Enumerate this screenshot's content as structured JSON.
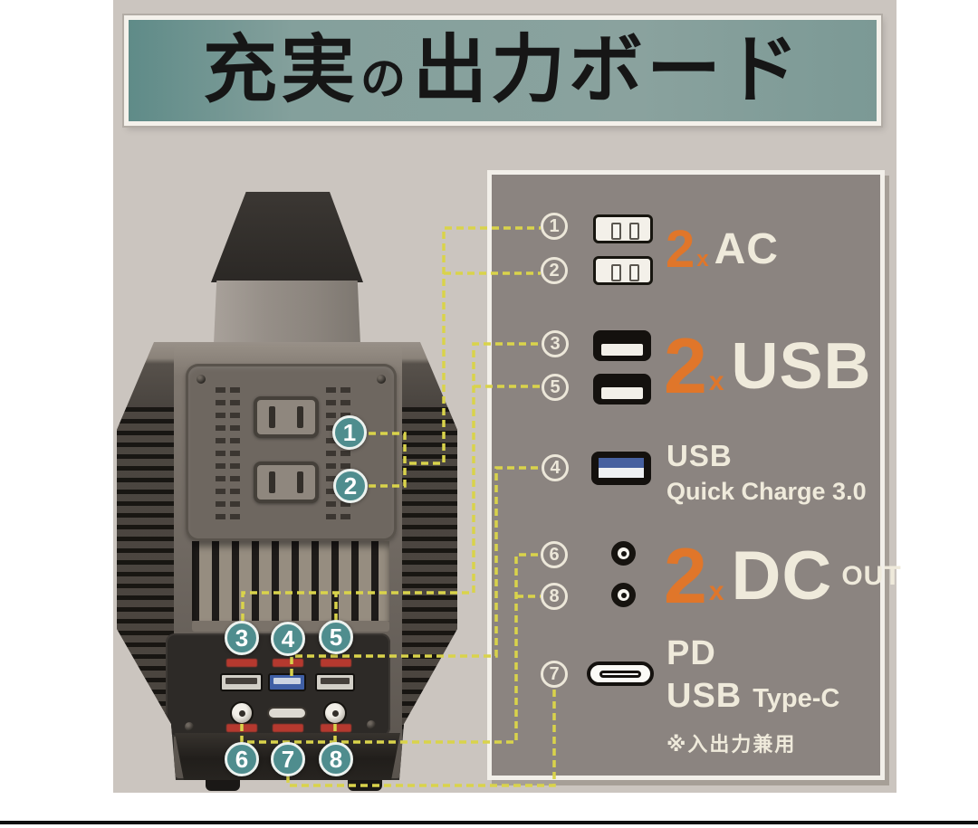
{
  "title": {
    "text": "充実の出力ボード",
    "segments": [
      "充実",
      "の",
      "出力ボード"
    ]
  },
  "panel": {
    "rows": [
      {
        "id": "ac",
        "callouts": [
          "1",
          "2"
        ],
        "count": "2",
        "times": "x",
        "label": "AC"
      },
      {
        "id": "usb",
        "callouts": [
          "3",
          "5"
        ],
        "count": "2",
        "times": "x",
        "label": "USB"
      },
      {
        "id": "qc",
        "callouts": [
          "4"
        ],
        "label_line1": "USB",
        "label_line2": "Quick Charge 3.0"
      },
      {
        "id": "dc",
        "callouts": [
          "6",
          "8"
        ],
        "count": "2",
        "times": "x",
        "label": "DC",
        "label_suffix": "OUT"
      },
      {
        "id": "pd",
        "callouts": [
          "7"
        ],
        "label_line1": "PD",
        "label_line2": "USB",
        "label_line2_suffix": "Type-C",
        "note": "※入出力兼用"
      }
    ]
  },
  "device": {
    "callouts": [
      "1",
      "2",
      "3",
      "4",
      "5",
      "6",
      "7",
      "8"
    ]
  },
  "colors": {
    "page_background": "#ffffff",
    "content_background": "#cbc5bf",
    "banner_fill": "#84a09c",
    "banner_text": "#161616",
    "panel_background": "#8b8480",
    "panel_border": "#f2efe9",
    "accent_orange": "#e0762a",
    "legend_text_cream": "#efeadb",
    "connector_yellow": "#d9d34b",
    "device_callout_teal": "#4f8d8e",
    "port_label_red": "#b5392f"
  }
}
